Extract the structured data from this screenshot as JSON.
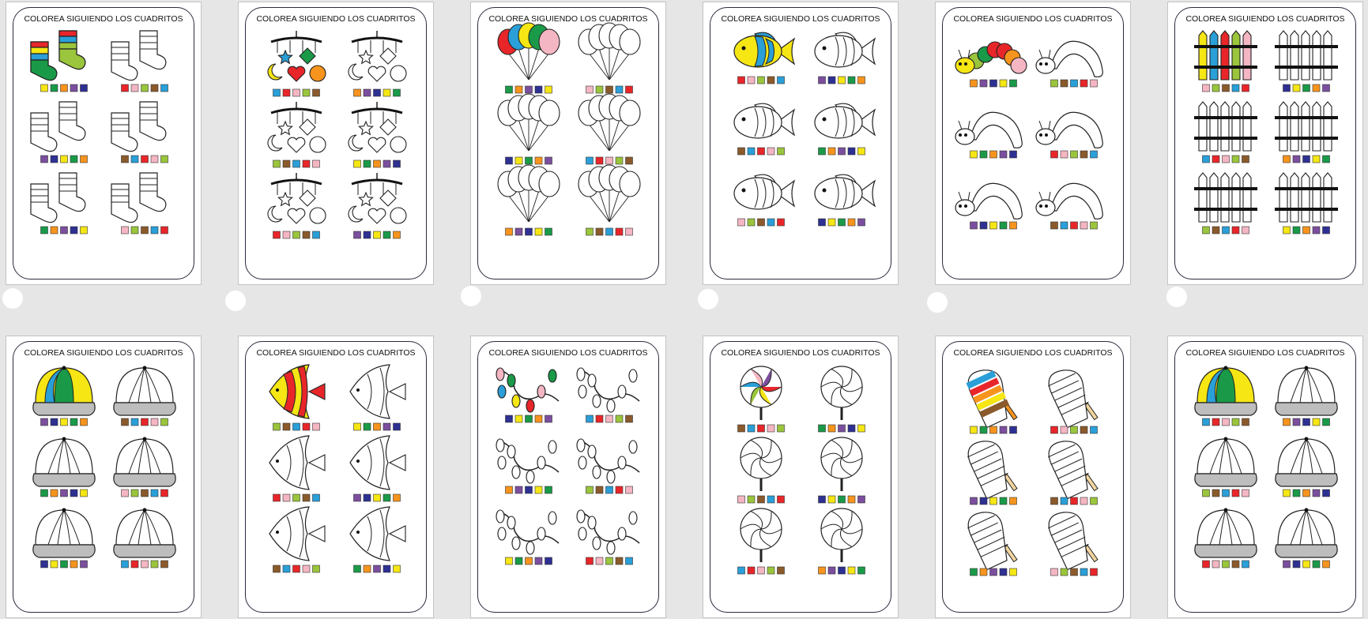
{
  "pages": [
    {
      "title": "COLOREA SIGUIENDO LOS CUADRITOS",
      "theme": "socks"
    },
    {
      "title": "COLOREA SIGUIENDO LOS CUADRITOS",
      "theme": "mobile"
    },
    {
      "title": "COLOREA SIGUIENDO LOS CUADRITOS",
      "theme": "balloons"
    },
    {
      "title": "COLOREA SIGUIENDO LOS CUADRITOS",
      "theme": "fish"
    },
    {
      "title": "COLOREA SIGUIENDO LOS CUADRITOS",
      "theme": "caterpillar"
    },
    {
      "title": "COLOREA SIGUIENDO LOS CUADRITOS",
      "theme": "fence"
    },
    {
      "title": "COLOREA SIGUIENDO LOS CUADRITOS",
      "theme": "cap"
    },
    {
      "title": "COLOREA SIGUIENDO LOS CUADRITOS",
      "theme": "angelfish"
    },
    {
      "title": "COLOREA SIGUIENDO LOS CUADRITOS",
      "theme": "lights"
    },
    {
      "title": "COLOREA SIGUIENDO LOS CUADRITOS",
      "theme": "lollipop"
    },
    {
      "title": "COLOREA SIGUIENDO LOS CUADRITOS",
      "theme": "popsicle"
    },
    {
      "title": "COLOREA SIGUIENDO LOS CUADRITOS",
      "theme": "cap"
    }
  ],
  "colors": {
    "red": "#e8262a",
    "yellow": "#f5e614",
    "blue": "#2a9fd8",
    "green": "#1a9a48",
    "lightgreen": "#9ac53c",
    "orange": "#f7941d",
    "pink": "#f4b6c2",
    "purple": "#7b4f9e",
    "darkblue": "#2e3192",
    "brown": "#8b5a2b",
    "black": "#111111",
    "gray": "#bdbdbd"
  }
}
